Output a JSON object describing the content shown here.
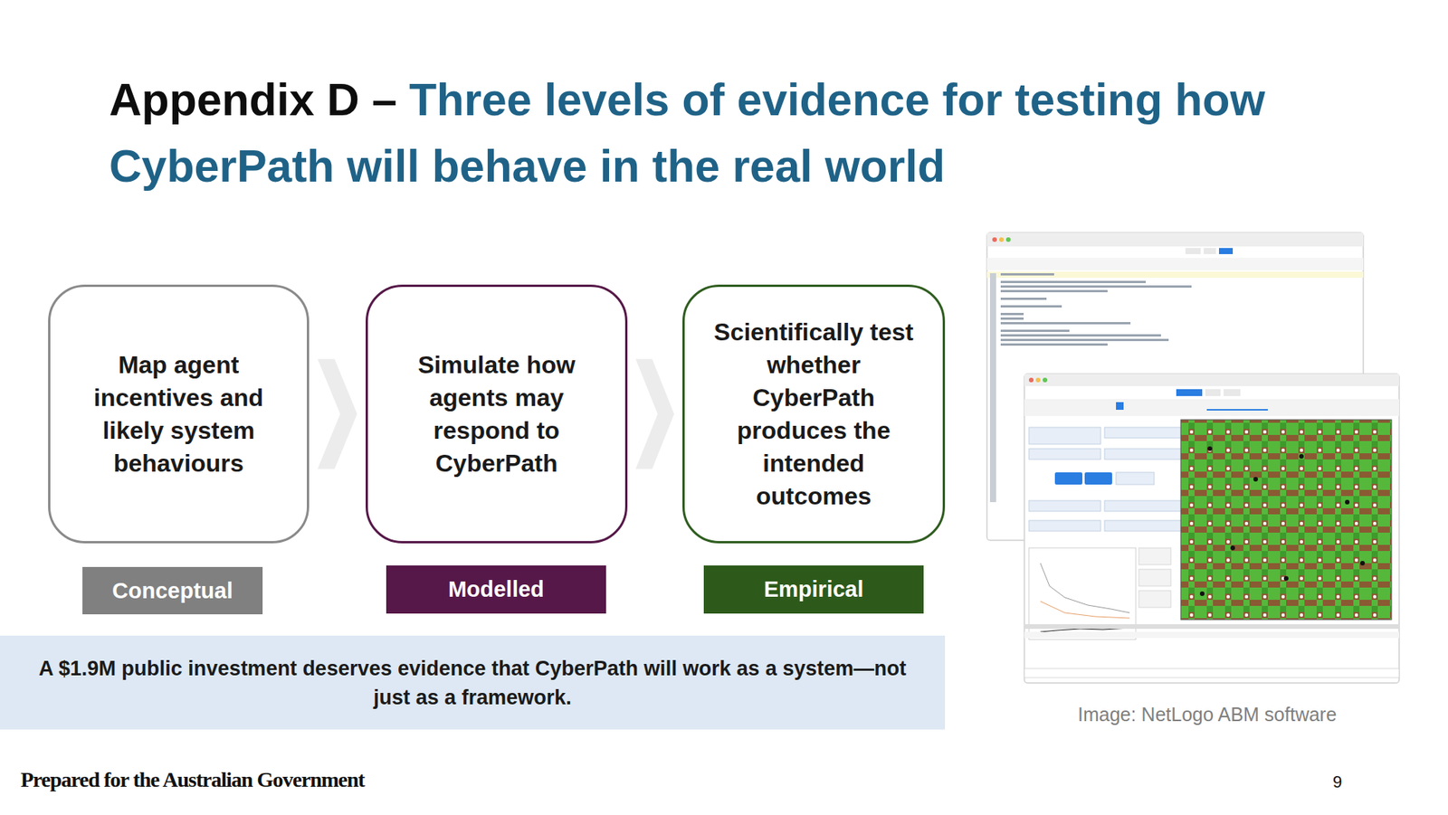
{
  "diagram": {
    "title": "Three levels of evidence for testing how CyberPath will behave in the real world",
    "nodes": [
      {
        "text": [
          "Map agent incentives and likely system behaviours"
        ]
      },
      {
        "text": [
          "Simulate how agents may respond to CyberPath"
        ]
      },
      {
        "text": [
          "Scientifically test whether CyberPath produces the intended outcomes"
        ]
      },
      {
        "text": [
          "Conceptual"
        ]
      },
      {
        "text": [
          "Modelled"
        ]
      },
      {
        "text": [
          "Empirical"
        ]
      },
      {
        "text": [
          "A $1.9M public investment deserves evidence that CyberPath will work as a system—not just as a framework."
        ]
      }
    ],
    "edges": [
      {
        "from": 0,
        "to": 1,
        "arrow": "to"
      },
      {
        "from": 1,
        "to": 2,
        "arrow": "to"
      }
    ],
    "labels": [
      "Appendix D –",
      "Image: NetLogo ABM software",
      "Prepared for the Australian Government",
      "9"
    ]
  }
}
